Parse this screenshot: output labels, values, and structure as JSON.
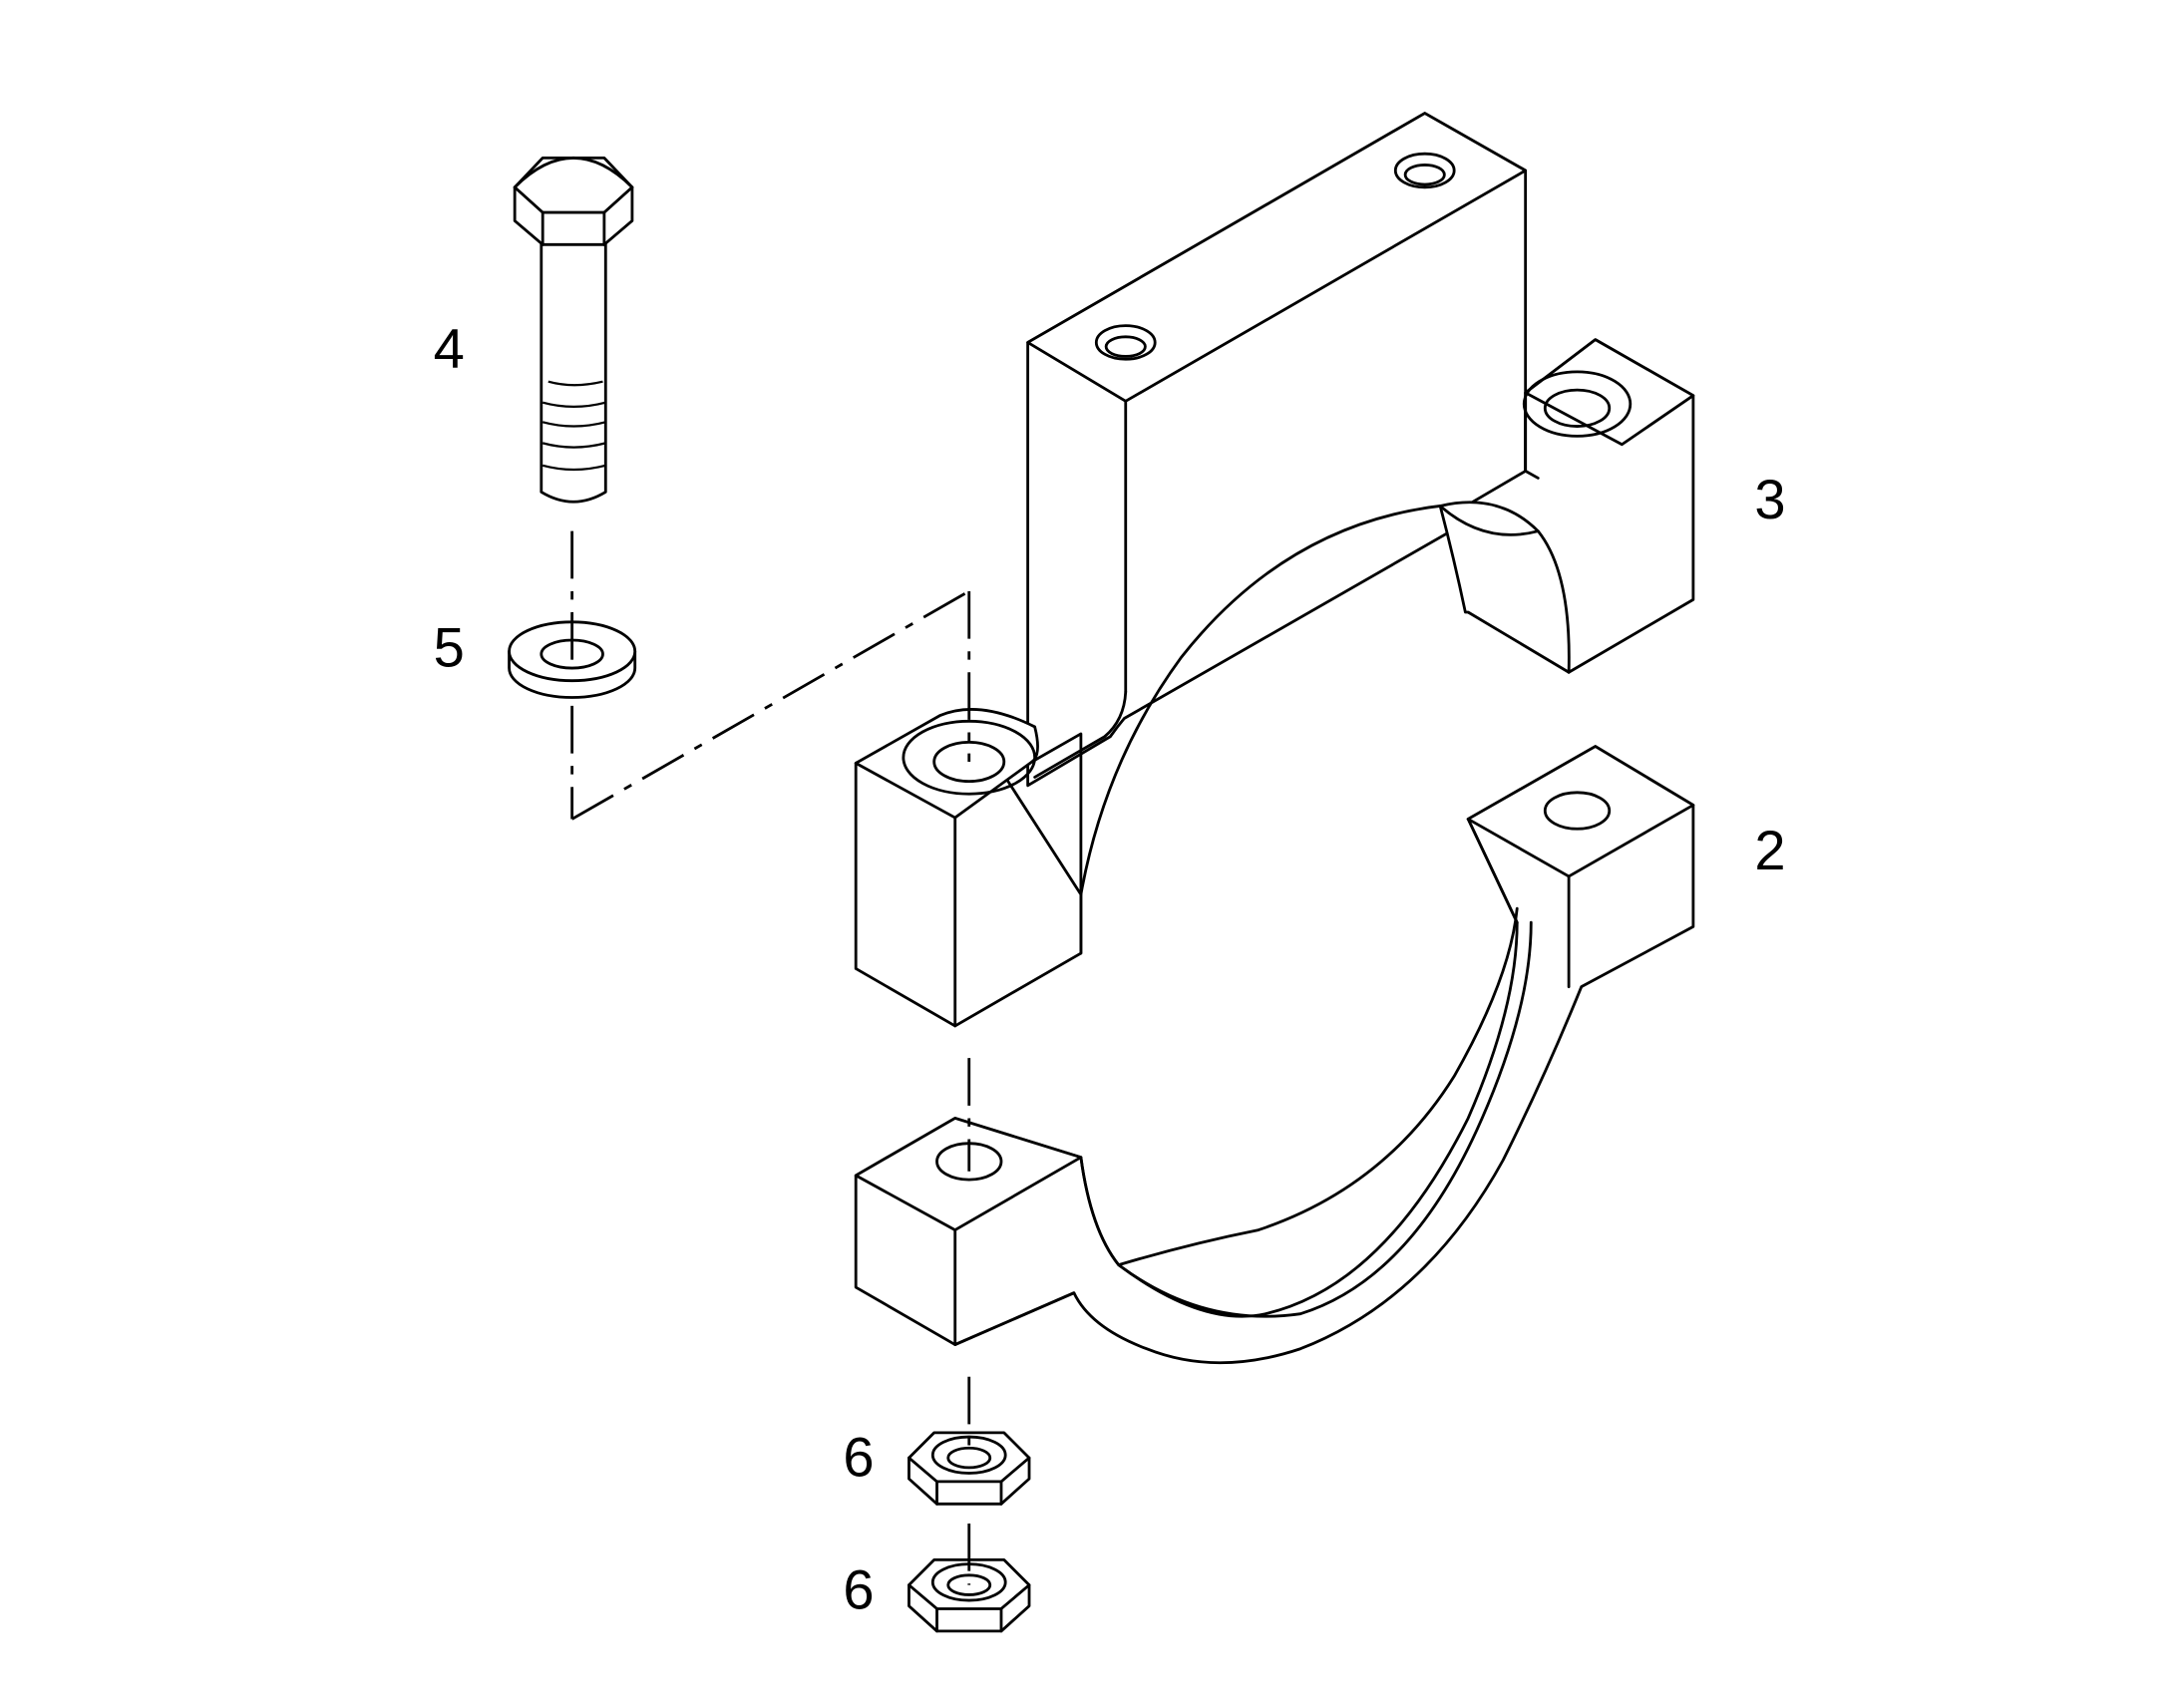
{
  "callouts": {
    "bolt": "4",
    "washer": "5",
    "upper_clamp": "3",
    "lower_clamp": "2",
    "nut_upper": "6",
    "nut_lower": "6"
  },
  "colors": {
    "line": "#000000",
    "background": "#ffffff"
  }
}
